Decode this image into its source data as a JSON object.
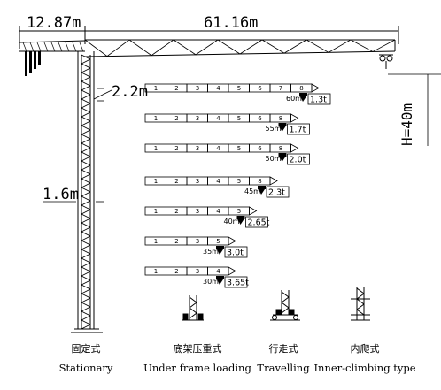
{
  "dimensions": {
    "counter_jib": "12.87m",
    "jib": "61.16m",
    "head_height": "2.2m",
    "mast_width": "1.6m",
    "height_under_hook": "H=40m"
  },
  "jib_configs": [
    {
      "radius": "60m",
      "load": "1.3t",
      "segments": [
        "1",
        "2",
        "3",
        "4",
        "5",
        "6",
        "7",
        "8"
      ]
    },
    {
      "radius": "55m",
      "load": "1.7t",
      "segments": [
        "1",
        "2",
        "3",
        "4",
        "5",
        "6",
        "8"
      ]
    },
    {
      "radius": "50m",
      "load": "2.0t",
      "segments": [
        "1",
        "2",
        "3",
        "4",
        "5",
        "6",
        "8"
      ]
    },
    {
      "radius": "45m",
      "load": "2.3t",
      "segments": [
        "1",
        "2",
        "3",
        "4",
        "5",
        "8"
      ]
    },
    {
      "radius": "40m",
      "load": "2.65t",
      "segments": [
        "1",
        "2",
        "3",
        "4",
        "5"
      ]
    },
    {
      "radius": "35m",
      "load": "3.0t",
      "segments": [
        "1",
        "2",
        "3",
        "5"
      ]
    },
    {
      "radius": "30m",
      "load": "3.65t",
      "segments": [
        "1",
        "2",
        "3",
        "4"
      ]
    }
  ],
  "base_types": [
    {
      "name_cn": "固定式",
      "name_en": "Stationary",
      "icon": "stationary-base-icon"
    },
    {
      "name_cn": "底架压重式",
      "name_en": "Under frame loading",
      "icon": "under-frame-loading-icon"
    },
    {
      "name_cn": "行走式",
      "name_en": "Travelling",
      "icon": "travelling-base-icon"
    },
    {
      "name_cn": "内爬式",
      "name_en": "Inner-climbing type",
      "icon": "inner-climbing-icon"
    }
  ]
}
